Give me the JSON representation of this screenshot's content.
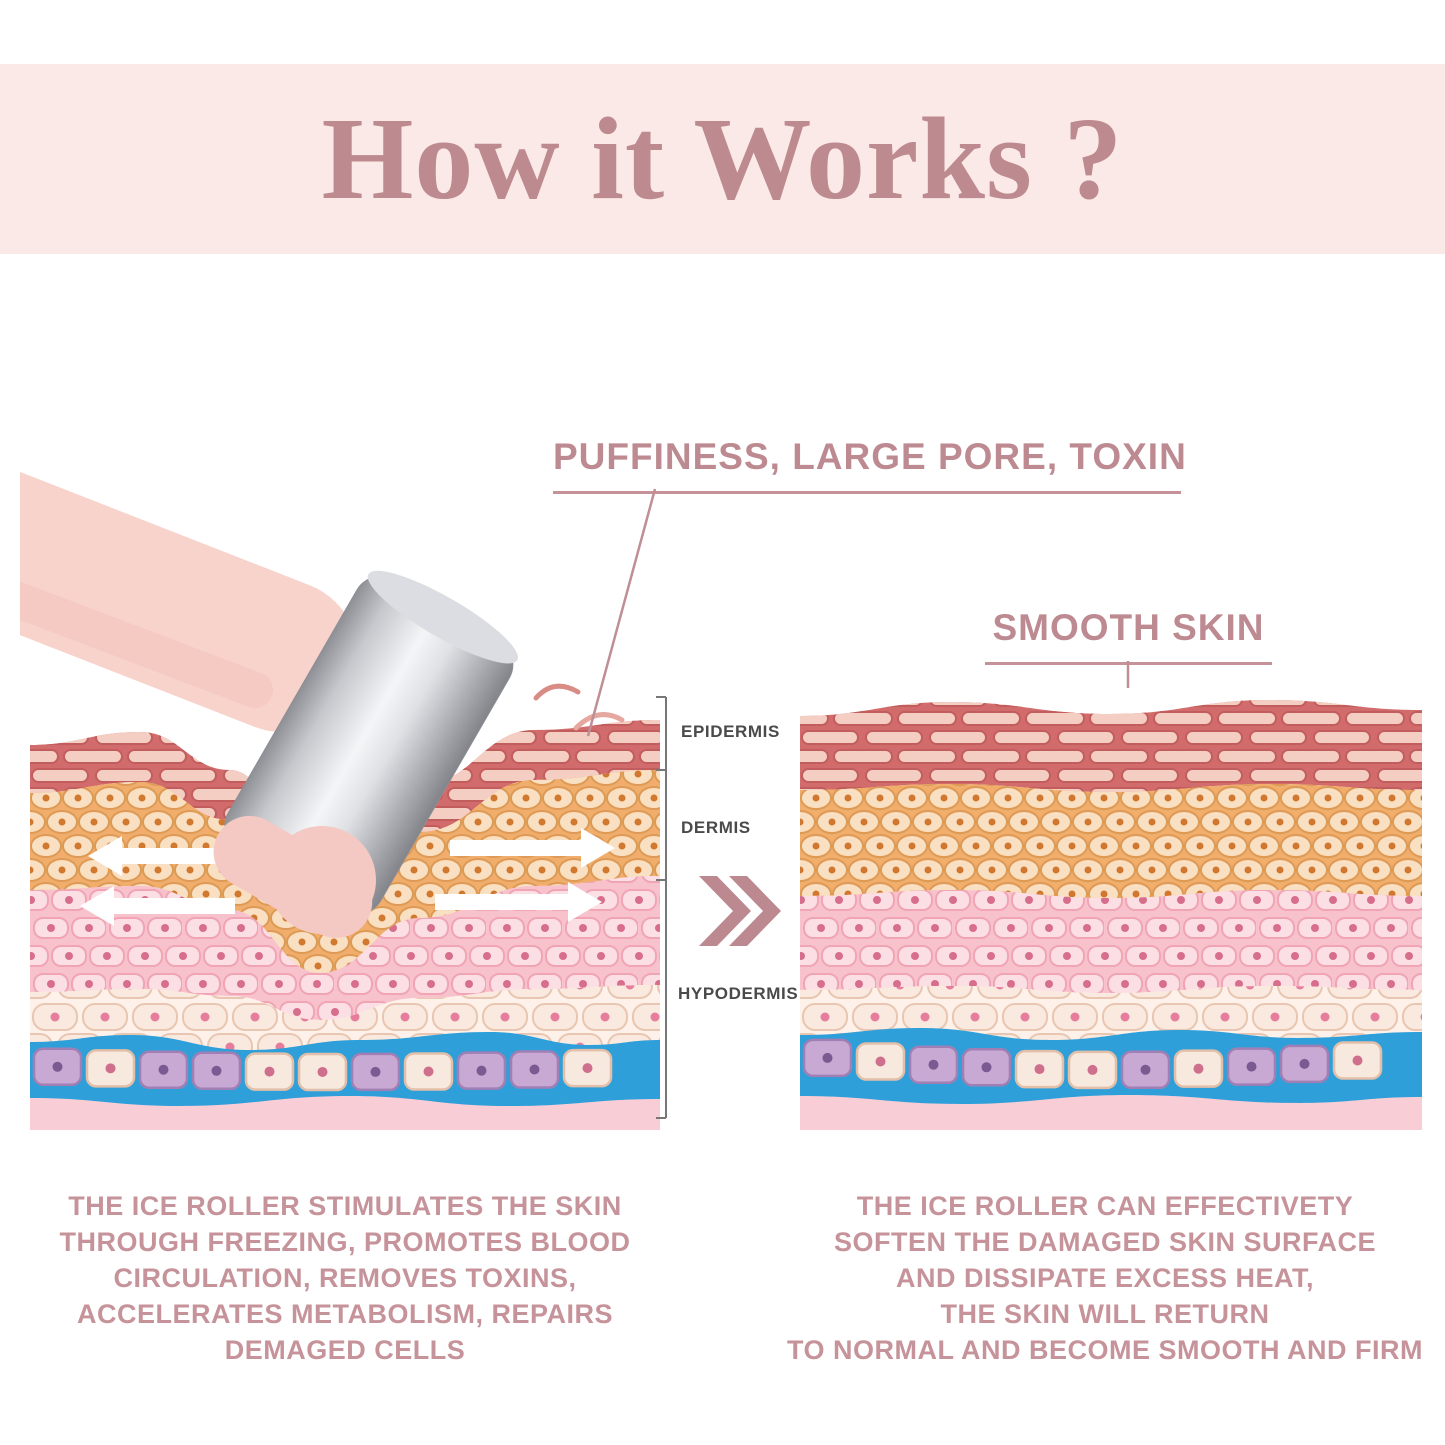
{
  "title": "How it Works ?",
  "left": {
    "callout": "PUFFINESS, LARGE PORE, TOXIN",
    "description": "THE ICE ROLLER STIMULATES THE SKIN\nTHROUGH FREEZING, PROMOTES BLOOD\nCIRCULATION, REMOVES TOXINS,\nACCELERATES METABOLISM, REPAIRS\nDEMAGED CELLS"
  },
  "right": {
    "callout": "SMOOTH SKIN",
    "description": "THE ICE ROLLER CAN EFFECTIVETY\nSOFTEN THE DAMAGED SKIN SURFACE\nAND DISSIPATE EXCESS HEAT,\nTHE SKIN WILL RETURN\nTO NORMAL AND BECOME SMOOTH AND FIRM"
  },
  "skin_layers": [
    "EPIDERMIS",
    "DERMIS",
    "HYPODERMIS"
  ],
  "icons": {
    "transition": "double-chevron-right",
    "roll_arrows": "left-right-white-arrows",
    "device": "ice-roller"
  },
  "colors": {
    "banner_bg": "#fbe9e7",
    "accent_text": "#bd8a90",
    "layer_label_text": "#4a4a4a",
    "epidermis": "#d26b6b",
    "dermis": "#f0ad6c",
    "pink_layer": "#f7c2cc",
    "hypodermis_cream": "#fdf1ea",
    "vessel_blue": "#2f9fd9",
    "cell_purple": "#c7a9d3",
    "cell_cream": "#f8e9de",
    "bottom_pink": "#f8cdd6",
    "arrow_white": "#ffffff",
    "roller_handle_pink": "#f8d3cc",
    "chevron": "#bb898f"
  }
}
